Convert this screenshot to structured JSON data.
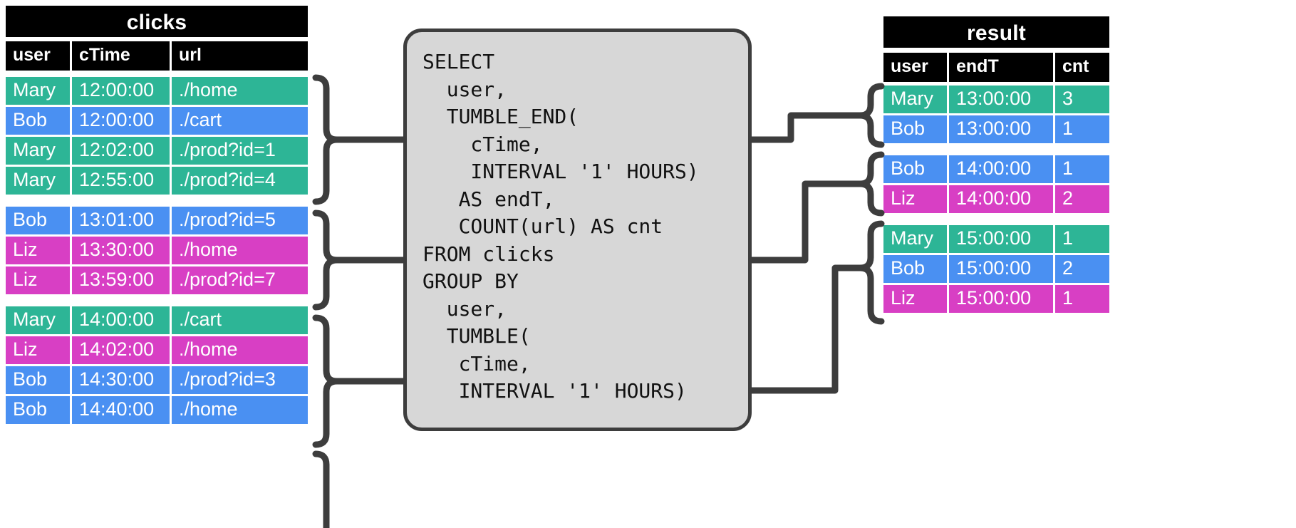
{
  "colors": {
    "green": "#2db596",
    "blue": "#4a90f2",
    "pink": "#d83fc4",
    "header_bg": "#000000",
    "header_fg": "#ffffff",
    "box_bg": "#d7d7d7",
    "box_border": "#3d3d3d",
    "connector": "#3d3d3d",
    "page_bg": "#ffffff"
  },
  "clicks": {
    "title": "clicks",
    "columns": [
      "user",
      "cTime",
      "url"
    ],
    "groups": [
      {
        "rows": [
          {
            "user": "Mary",
            "cTime": "12:00:00",
            "url": "./home",
            "color": "green"
          },
          {
            "user": "Bob",
            "cTime": "12:00:00",
            "url": "./cart",
            "color": "blue"
          },
          {
            "user": "Mary",
            "cTime": "12:02:00",
            "url": "./prod?id=1",
            "color": "green"
          },
          {
            "user": "Mary",
            "cTime": "12:55:00",
            "url": "./prod?id=4",
            "color": "green"
          }
        ]
      },
      {
        "rows": [
          {
            "user": "Bob",
            "cTime": "13:01:00",
            "url": "./prod?id=5",
            "color": "blue"
          },
          {
            "user": "Liz",
            "cTime": "13:30:00",
            "url": "./home",
            "color": "pink"
          },
          {
            "user": "Liz",
            "cTime": "13:59:00",
            "url": "./prod?id=7",
            "color": "pink"
          }
        ]
      },
      {
        "rows": [
          {
            "user": "Mary",
            "cTime": "14:00:00",
            "url": "./cart",
            "color": "green"
          },
          {
            "user": "Liz",
            "cTime": "14:02:00",
            "url": "./home",
            "color": "pink"
          },
          {
            "user": "Bob",
            "cTime": "14:30:00",
            "url": "./prod?id=3",
            "color": "blue"
          },
          {
            "user": "Bob",
            "cTime": "14:40:00",
            "url": "./home",
            "color": "blue"
          }
        ]
      }
    ]
  },
  "query": {
    "sql": "SELECT\n  user,\n  TUMBLE_END(\n    cTime,\n    INTERVAL '1' HOURS)\n   AS endT,\n   COUNT(url) AS cnt\nFROM clicks\nGROUP BY\n  user,\n  TUMBLE(\n   cTime,\n   INTERVAL '1' HOURS)"
  },
  "result": {
    "title": "result",
    "columns": [
      "user",
      "endT",
      "cnt"
    ],
    "groups": [
      {
        "rows": [
          {
            "user": "Mary",
            "endT": "13:00:00",
            "cnt": "3",
            "color": "green"
          },
          {
            "user": "Bob",
            "endT": "13:00:00",
            "cnt": "1",
            "color": "blue"
          }
        ]
      },
      {
        "rows": [
          {
            "user": "Bob",
            "endT": "14:00:00",
            "cnt": "1",
            "color": "blue"
          },
          {
            "user": "Liz",
            "endT": "14:00:00",
            "cnt": "2",
            "color": "pink"
          }
        ]
      },
      {
        "rows": [
          {
            "user": "Mary",
            "endT": "15:00:00",
            "cnt": "1",
            "color": "green"
          },
          {
            "user": "Bob",
            "endT": "15:00:00",
            "cnt": "2",
            "color": "blue"
          },
          {
            "user": "Liz",
            "endT": "15:00:00",
            "cnt": "1",
            "color": "pink"
          }
        ]
      }
    ]
  }
}
